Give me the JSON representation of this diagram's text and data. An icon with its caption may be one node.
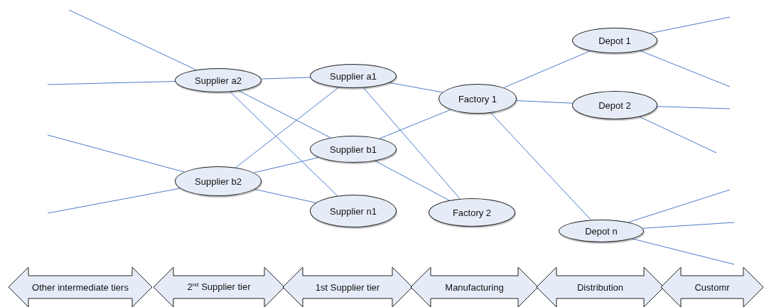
{
  "diagram": {
    "nodes": [
      {
        "text": [
          "Supplier a2"
        ]
      },
      {
        "text": [
          "Supplier a1"
        ]
      },
      {
        "text": [
          "Factory 1"
        ]
      },
      {
        "text": [
          "Depot 1"
        ]
      },
      {
        "text": [
          "Depot 2"
        ]
      },
      {
        "text": [
          "Supplier b1"
        ]
      },
      {
        "text": [
          "Supplier b2"
        ]
      },
      {
        "text": [
          "Supplier n1"
        ]
      },
      {
        "text": [
          "Factory 2"
        ]
      },
      {
        "text": [
          "Depot n"
        ]
      },
      {
        "text": [
          "Other intermediate tiers"
        ]
      },
      {
        "text": [
          "2$^{nd}$ Supplier tier"
        ]
      },
      {
        "text": [
          "1st Supplier tier"
        ]
      },
      {
        "text": [
          "Manufacturing"
        ]
      },
      {
        "text": [
          "Distribution"
        ]
      },
      {
        "text": [
          "Customr"
        ]
      }
    ],
    "edges": [
      {
        "from": null,
        "to": 0,
        "arrow": "none"
      },
      {
        "from": null,
        "to": 0,
        "arrow": "none"
      },
      {
        "from": null,
        "to": 6,
        "arrow": "none"
      },
      {
        "from": null,
        "to": 6,
        "arrow": "none"
      },
      {
        "from": 0,
        "to": 1,
        "arrow": "none"
      },
      {
        "from": 0,
        "to": 5,
        "arrow": "none"
      },
      {
        "from": 0,
        "to": 7,
        "arrow": "none"
      },
      {
        "from": 6,
        "to": 1,
        "arrow": "none"
      },
      {
        "from": 6,
        "to": 5,
        "arrow": "none"
      },
      {
        "from": 6,
        "to": 7,
        "arrow": "none"
      },
      {
        "from": 1,
        "to": 2,
        "arrow": "none"
      },
      {
        "from": 1,
        "to": 8,
        "arrow": "none"
      },
      {
        "from": 5,
        "to": 2,
        "arrow": "none"
      },
      {
        "from": 5,
        "to": 8,
        "arrow": "none"
      },
      {
        "from": 2,
        "to": 3,
        "arrow": "none"
      },
      {
        "from": 2,
        "to": 4,
        "arrow": "none"
      },
      {
        "from": 2,
        "to": 9,
        "arrow": "none"
      },
      {
        "from": 3,
        "to": null,
        "arrow": "none"
      },
      {
        "from": 3,
        "to": null,
        "arrow": "none"
      },
      {
        "from": 4,
        "to": null,
        "arrow": "none"
      },
      {
        "from": 4,
        "to": null,
        "arrow": "none"
      },
      {
        "from": 9,
        "to": null,
        "arrow": "none"
      },
      {
        "from": 9,
        "to": null,
        "arrow": "none"
      },
      {
        "from": 9,
        "to": null,
        "arrow": "none"
      }
    ]
  }
}
